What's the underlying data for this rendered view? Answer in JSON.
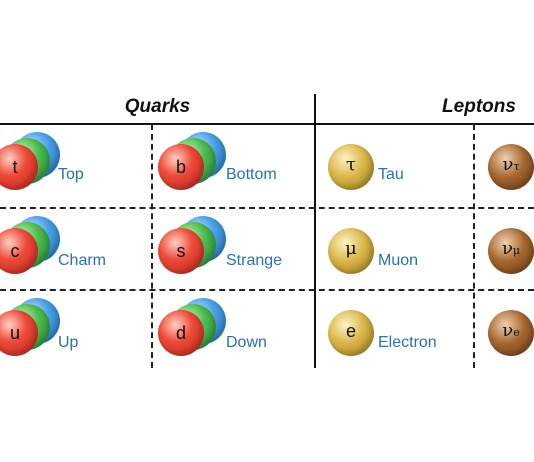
{
  "headers": {
    "quarks": "Quarks",
    "leptons": "Leptons"
  },
  "quarks": [
    {
      "symbol": "t",
      "name": "Top"
    },
    {
      "symbol": "b",
      "name": "Bottom"
    },
    {
      "symbol": "c",
      "name": "Charm"
    },
    {
      "symbol": "s",
      "name": "Strange"
    },
    {
      "symbol": "u",
      "name": "Up"
    },
    {
      "symbol": "d",
      "name": "Down"
    }
  ],
  "leptons": [
    {
      "symbol": "τ",
      "name": "Tau"
    },
    {
      "symbol": "ν",
      "sub": "τ",
      "name": ""
    },
    {
      "symbol": "μ",
      "name": "Muon"
    },
    {
      "symbol": "ν",
      "sub": "μ",
      "name": ""
    },
    {
      "symbol": "e",
      "name": "Electron"
    },
    {
      "symbol": "ν",
      "sub": "e",
      "name": ""
    }
  ],
  "colors": {
    "label": "#2d6fb3",
    "quark_red": "#ee4b39",
    "quark_green": "#4dbe4e",
    "quark_blue": "#4aa0e6",
    "charged_lepton": "#d9b548",
    "neutrino": "#a5662f"
  }
}
